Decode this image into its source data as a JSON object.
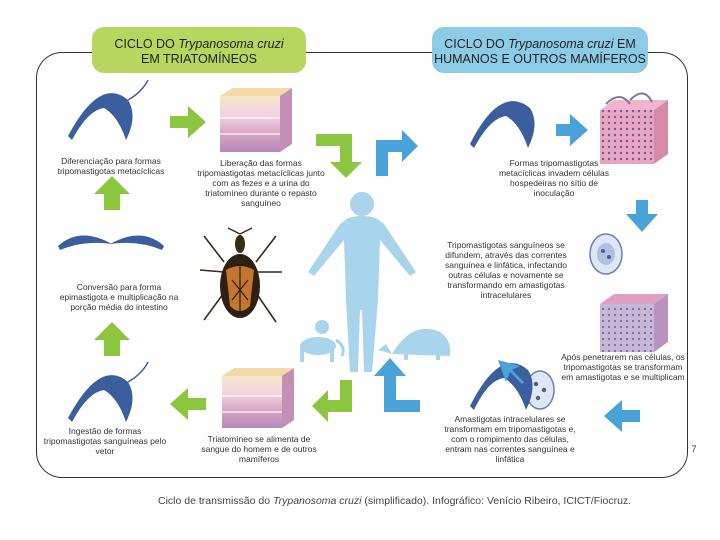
{
  "headers": {
    "left_line1_pre": "CICLO DO ",
    "left_line1_em": "Trypanosoma cruzi",
    "left_line2": "EM TRIATOMÍNEOS",
    "right_line1_pre": "CICLO DO ",
    "right_line1_em": "Trypanosoma cruzi",
    "right_line1_post": " EM",
    "right_line2": "HUMANOS E OUTROS MAMÍFEROS"
  },
  "labels": {
    "diferenciacao": "Diferenciação para formas tripomastigotas metacíclicas",
    "liberacao": "Liberação das formas tripomastigotas metacíclicas junto com as fezes e a urina do triatomíneo durante o repasto sanguíneo",
    "conversao": "Conversão para forma epimastigota e multiplicação na porção média do intestino",
    "ingestao": "Ingestão de formas tripomastigotas sanguíneas pelo vetor",
    "triatomineo_alimenta": "Triatomíneo se alimenta de sangue do homem e de outros mamíferos",
    "formas_invadem": "Formas tripomastigotas metacíclicas invadem células hospedeiras no sítio de inoculação",
    "tripo_sanguineos": "Tripomastigotas sanguíneos se difundem, através das correntes sanguínea e linfática, infectando outras células e novamente se transformando em amastigotas intracelulares",
    "apos_penetrarem": "Após penetrarem nas células, os tripomastigotas se transformam em amastigotas e se multiplicam",
    "amastigotas_intra": "Amastigotas intracelulares se transformam em tripomastigotas e, com o rompimento das células, entram nas correntes sanguínea e linfática"
  },
  "caption": {
    "pre": "Ciclo de transmissão do ",
    "em": "Trypanosoma cruzi",
    "post": " (simplificado). Infográfico: Venício Ribeiro, ICICT/Fiocruz."
  },
  "page_number": "7",
  "colors": {
    "green_arrow": "#8cc63f",
    "blue_arrow": "#4aa3d8",
    "human_silhouette": "#a9d5ec",
    "header_green": "#b7d65d",
    "header_blue": "#8ccbe6",
    "parasite_blue": "#3b5f9e"
  }
}
